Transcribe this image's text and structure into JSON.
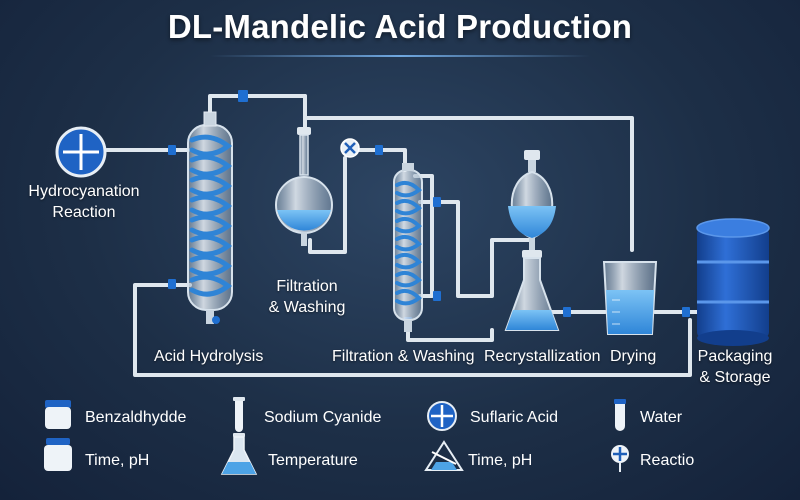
{
  "title": "DL-Mandelic Acid Production",
  "labels": {
    "hydrocyanation_line1": "Hydrocyanation",
    "hydrocyanation_line2": "Reaction",
    "acid_hydrolysis": "Acid Hydrolysis",
    "filtration1_line1": "Filtration",
    "filtration1_line2": "& Washing",
    "filtration2": "Filtration & Washing",
    "recrystallization": "Recrystallization",
    "drying": "Drying",
    "packaging_line1": "Packaging",
    "packaging_line2": "& Storage"
  },
  "legend": [
    {
      "label": "Benzaldhydde",
      "icon": "jar-icon"
    },
    {
      "label": "Time, pH",
      "icon": "container-icon"
    },
    {
      "label": "Sodium Cyanide",
      "icon": "test-tube-icon"
    },
    {
      "label": "Temperature",
      "icon": "flask-icon"
    },
    {
      "label": "Suflaric Acid",
      "icon": "cross-circle-icon"
    },
    {
      "label": "Time, pH",
      "icon": "triangle-cross-icon"
    },
    {
      "label": "Water",
      "icon": "vial-icon"
    },
    {
      "label": "Reactio",
      "icon": "valve-icon"
    }
  ],
  "colors": {
    "background": "#1d2f47",
    "pipe": "#dfe7ee",
    "liquid": "#4da3e6",
    "coupling": "#1f6fd1",
    "drum": "#1f56b8"
  }
}
